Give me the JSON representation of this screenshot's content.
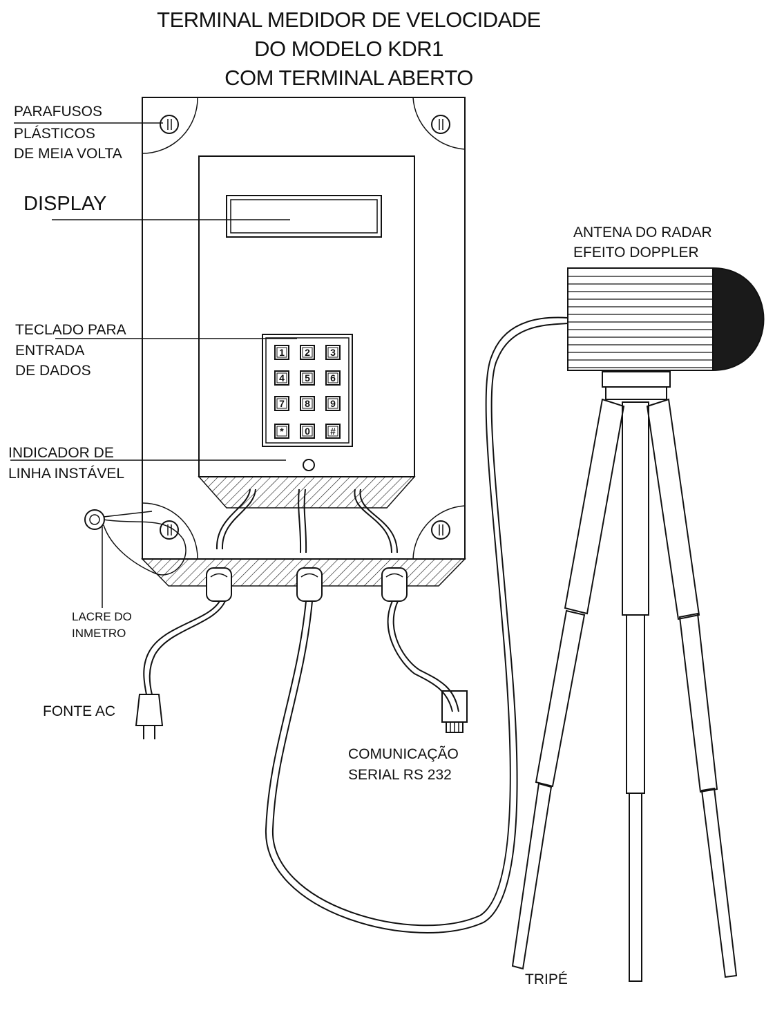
{
  "title": {
    "line1": "TERMINAL MEDIDOR DE VELOCIDADE",
    "line2": "DO MODELO KDR1",
    "line3": "COM TERMINAL ABERTO"
  },
  "labels": {
    "screws_1": "PARAFUSOS",
    "screws_2": "PLÁSTICOS",
    "screws_3": "DE MEIA VOLTA",
    "display": "DISPLAY",
    "keypad_1": "TECLADO PARA",
    "keypad_2": "ENTRADA",
    "keypad_3": "DE DADOS",
    "indicator_1": "INDICADOR DE",
    "indicator_2": "LINHA INSTÁVEL",
    "seal_1": "LACRE DO",
    "seal_2": "INMETRO",
    "power": "FONTE AC",
    "serial_1": "COMUNICAÇÃO",
    "serial_2": "SERIAL RS 232",
    "antenna_1": "ANTENA DO RADAR",
    "antenna_2": "EFEITO DOPPLER",
    "tripod": "TRIPÉ"
  },
  "keypad": {
    "keys": [
      "1",
      "2",
      "3",
      "4",
      "5",
      "6",
      "7",
      "8",
      "9",
      "*",
      "0",
      "#"
    ]
  }
}
